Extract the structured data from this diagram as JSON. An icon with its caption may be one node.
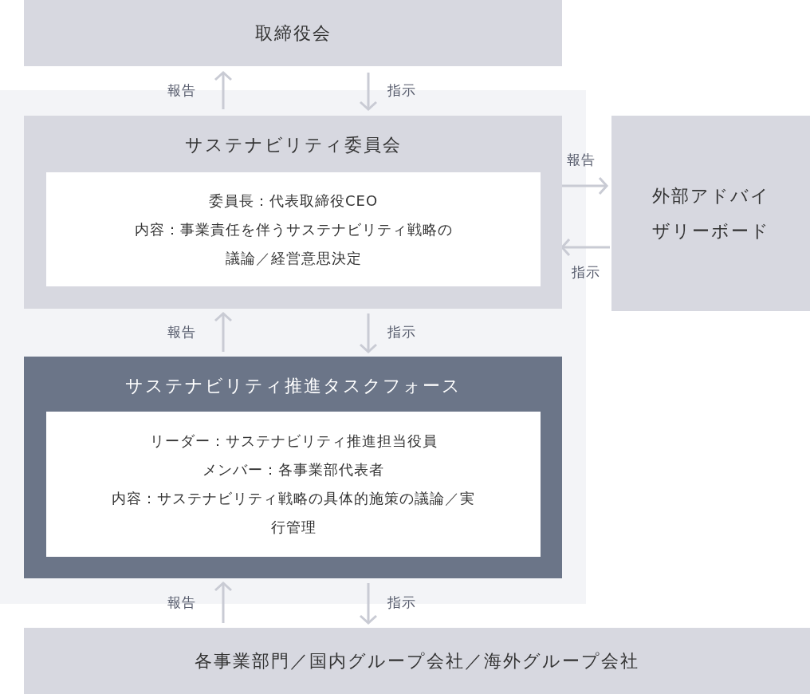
{
  "diagram": {
    "nodes": [
      {
        "text": [
          "取締役会"
        ]
      },
      {
        "text": [
          "サステナビリティ委員会"
        ]
      },
      {
        "text": [
          "委員長：代表取締役CEO",
          "内容：事業責任を伴うサステナビリティ戦略の議論／経営意思決定"
        ],
        "in": 1
      },
      {
        "text": [
          "外部アドバイザリーボード"
        ]
      },
      {
        "text": [
          "サステナビリティ推進タスクフォース"
        ]
      },
      {
        "text": [
          "リーダー：サステナビリティ推進担当役員",
          "メンバー：各事業部代表者",
          "内容：サステナビリティ戦略の具体的施策の議論／実行管理"
        ],
        "in": 4
      },
      {
        "text": [
          "各事業部門／国内グループ会社／海外グループ会社"
        ]
      }
    ],
    "edges": [
      {
        "from": 1,
        "to": 0,
        "arrow": "to",
        "label": "報告"
      },
      {
        "from": 0,
        "to": 1,
        "arrow": "to",
        "label": "指示"
      },
      {
        "from": 1,
        "to": 3,
        "arrow": "to",
        "label": "報告"
      },
      {
        "from": 3,
        "to": 1,
        "arrow": "to",
        "label": "指示"
      },
      {
        "from": 4,
        "to": 1,
        "arrow": "to",
        "label": "報告"
      },
      {
        "from": 1,
        "to": 4,
        "arrow": "to",
        "label": "指示"
      },
      {
        "from": 6,
        "to": 4,
        "arrow": "to",
        "label": "報告"
      },
      {
        "from": 4,
        "to": 6,
        "arrow": "to",
        "label": "指示"
      }
    ]
  }
}
